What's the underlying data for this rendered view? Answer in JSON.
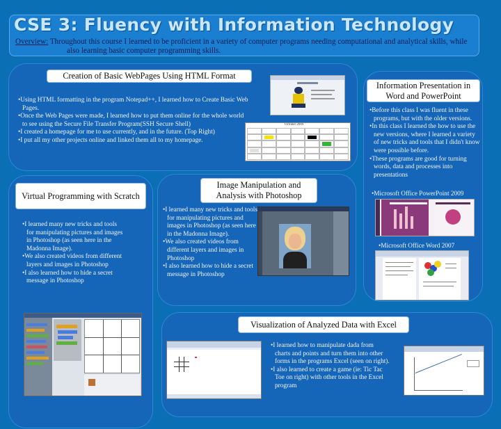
{
  "header": {
    "title": "CSE 3: Fluency with Information Technology",
    "overview_label": "Overview:",
    "overview_line1": "Throughout this course I learned to be proficient in a variety of computer programs needing computational and analytical skills, while",
    "overview_line2": "also learning basic computer programming skills."
  },
  "html_panel": {
    "title": "Creation of Basic WebPages Using  HTML Format",
    "bullets": [
      "•Using HTML formatting in the program Notepad++, I learned how to Create Basic Web Pages.",
      "•Once the Web Pages were made, I learned how to put them online for the whole world to see using the Secure File Transfer Program(SSH Secure Shell)",
      "•I created a homepage for me to use currently, and in the future. (Top Right)",
      "•I put all my other projects online and linked them all to my homepage."
    ],
    "calendar_title": "October 2009"
  },
  "info_panel": {
    "title": "Information Presentation in Word and PowerPoint",
    "bullets": [
      "•Before this class I was fluent in these programs, but with the older versions.",
      "•In this class I learned the how to use the new versions, where I learned a variety of new tricks and tools that I didn't know were possible before.",
      "•These programs are good for turning words, data and processes into presentations"
    ],
    "ppt_caption": "•Microsoft Office PowerPoint 2009",
    "word_caption": "•Microsoft Office Word 2007"
  },
  "scratch_panel": {
    "title": "Virtual Programming with Scratch",
    "bullets": [
      "•I learned many new tricks and tools for manipulating pictures and images in Photoshop (as seen here in the Madonna Image).",
      "•We also created videos from different layers and images in Photoshop",
      "•I also learned how to hide a secret message in Photoshop"
    ]
  },
  "photoshop_panel": {
    "title": "Image Manipulation and Analysis with Photoshop",
    "bullets": [
      "•I learned many new tricks and tools for manipulating pictures and images in Photoshop (as seen here in the Madonna Image).",
      "•We also created videos from different layers and images in Photoshop",
      "•I also learned how to hide a secret message in Photoshop"
    ]
  },
  "excel_panel": {
    "title": "Visualization of Analyzed Data with Excel",
    "bullets": [
      "•I learned how to manipulate dada from charts and points and turn them into other forms in the programs Excel (seen on right).",
      "•I also learned to create a game (ie: Tic Tac Toe on right) with other tools in the Excel program"
    ]
  },
  "colors": {
    "background": "#0b6fb6",
    "panel": "#1565b8",
    "header": "#1a7fd0",
    "title_text": "#cbe6f8"
  }
}
